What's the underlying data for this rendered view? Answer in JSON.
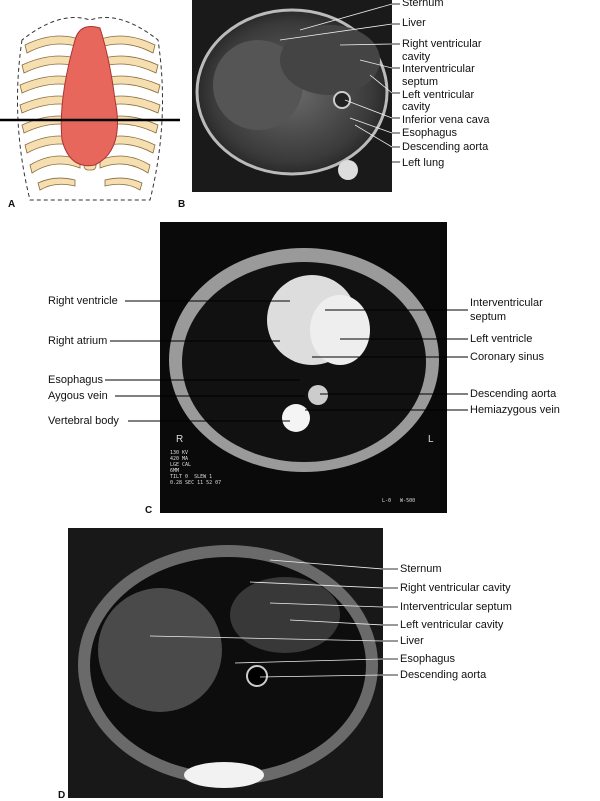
{
  "panels": {
    "a": {
      "letter": "A"
    },
    "b": {
      "letter": "B",
      "labels": [
        "Sternum",
        "Liver",
        "Right ventricular",
        "cavity",
        "Interventricular",
        "septum",
        "Left ventricular",
        "cavity",
        "Inferior vena cava",
        "Esophagus",
        "Descending aorta",
        "Left lung"
      ]
    },
    "c": {
      "letter": "C",
      "left_labels": [
        "Right ventricle",
        "Right atrium",
        "Esophagus",
        "Aygous vein",
        "Vertebral body"
      ],
      "right_labels": [
        "Interventricular",
        "septum",
        "Left ventricle",
        "Coronary sinus",
        "Descending aorta",
        "Hemiazygous vein"
      ],
      "overlay": {
        "r": "R",
        "l": "L",
        "scan_info": "130 KV\n420 MA\nLGE CAL\n6MM\nTILT 0  SLEW 1\n0.28 SEC 11 52 07",
        "window": "L-0   W-500"
      }
    },
    "d": {
      "letter": "D",
      "labels": [
        "Sternum",
        "Right ventricular cavity",
        "Interventricular septum",
        "Left ventricular cavity",
        "Liver",
        "Esophagus",
        "Descending aorta"
      ]
    }
  }
}
